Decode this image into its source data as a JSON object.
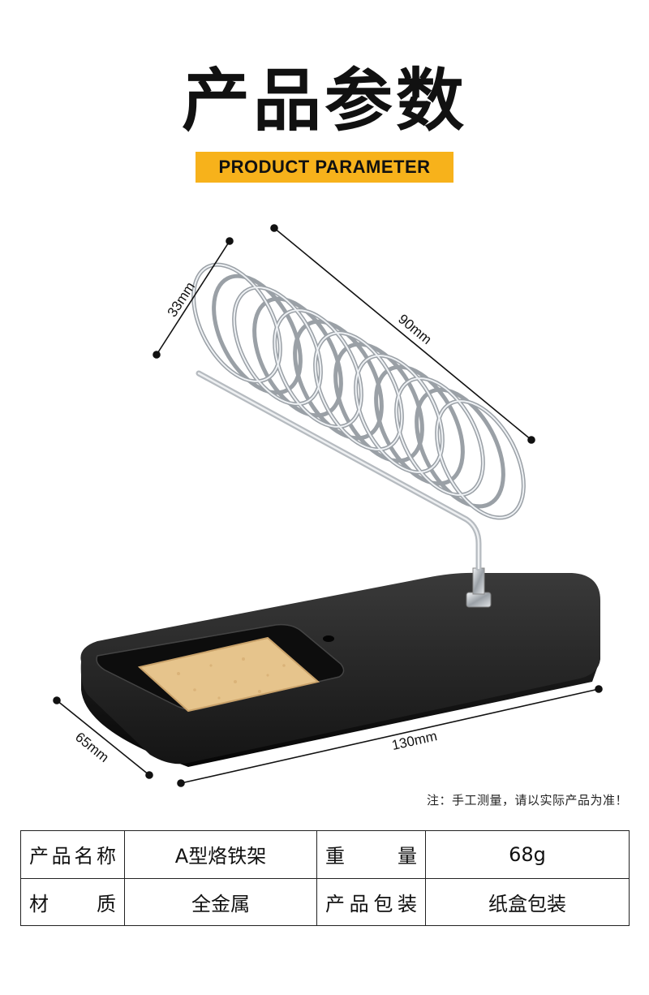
{
  "header": {
    "title": "产品参数",
    "subtitle": "PRODUCT PARAMETER"
  },
  "dimensions": {
    "coil_diameter": "33mm",
    "coil_length": "90mm",
    "base_width": "65mm",
    "base_length": "130mm"
  },
  "note": "注：手工测量，请以实际产品为准！",
  "params": {
    "rows": [
      {
        "k1": "产品名称",
        "v1": "A型烙铁架",
        "k2": "重量",
        "v2": "68g"
      },
      {
        "k1": "材质",
        "v1": "全金属",
        "k2": "产品包装",
        "v2": "纸盒包装"
      }
    ]
  },
  "colors": {
    "accent": "#f7b21b",
    "base": "#1a1a1a",
    "sponge": "#e6c48c",
    "metal": "#c8ccd0"
  }
}
